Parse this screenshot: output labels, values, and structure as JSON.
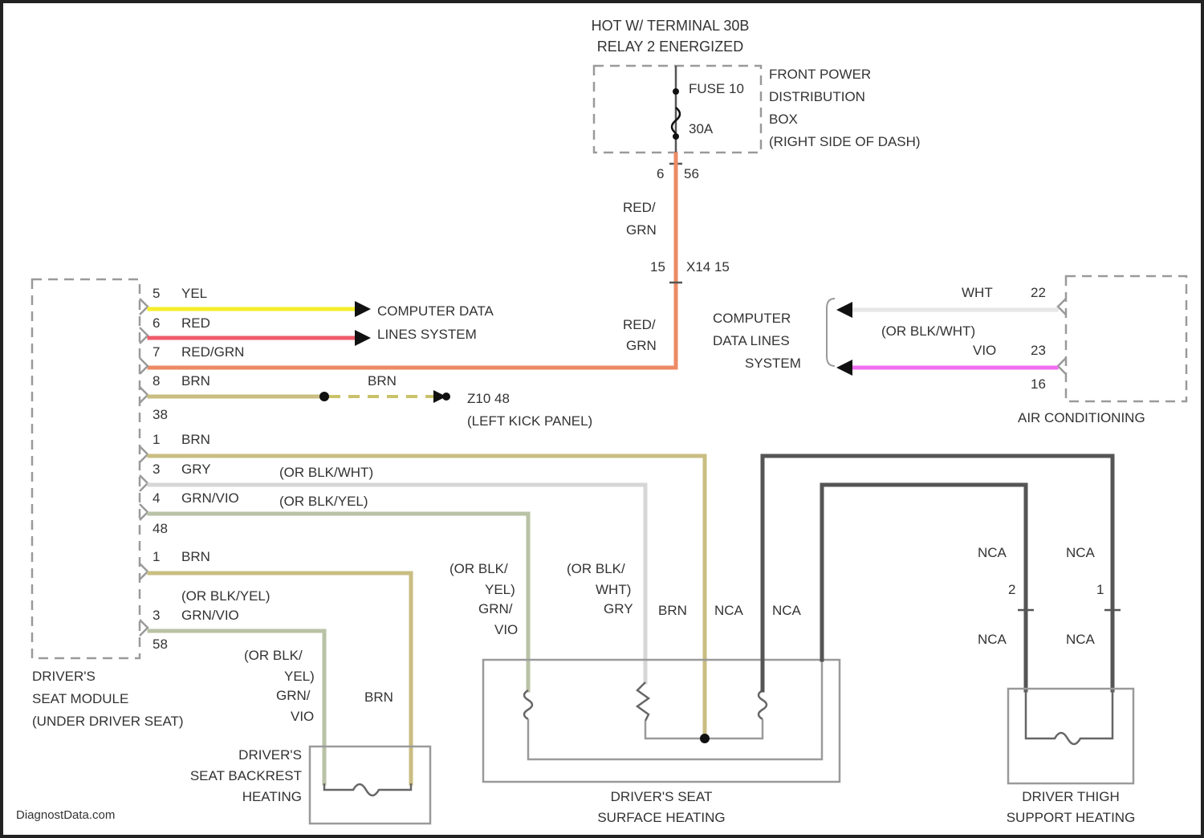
{
  "colors": {
    "yel": "#f5ee2a",
    "red": "#ef5b6a",
    "red_grn": "#ec8a64",
    "brn": "#c9bd82",
    "gry": "#d6d6d6",
    "grn_vio": "#b9c2a6",
    "vio": "#f06ef0",
    "nca": "#555555",
    "wht": "#e6e6e6"
  },
  "header": {
    "line1": "HOT W/ TERMINAL 30B",
    "line2": "RELAY 2 ENERGIZED"
  },
  "fuse_box": {
    "fuse_label": "FUSE 10",
    "fuse_amps": "30A",
    "name_lines": [
      "FRONT POWER",
      "DISTRIBUTION",
      "BOX",
      "(RIGHT SIDE OF DASH)"
    ],
    "pin_left": "6",
    "pin_right": "56"
  },
  "connector_x14": {
    "pin": "15",
    "label": "X14 15"
  },
  "wire_labels": {
    "red_grn_top": [
      "RED/",
      "GRN"
    ],
    "red_grn_mid": [
      "RED/",
      "GRN"
    ],
    "brn_ground": "BRN"
  },
  "seat_module": {
    "name_lines": [
      "DRIVER'S",
      "SEAT MODULE",
      "(UNDER DRIVER SEAT)"
    ],
    "connector_a": "38",
    "connector_b": "48",
    "connector_c": "58",
    "pins_a": [
      {
        "pin": "5",
        "color": "YEL"
      },
      {
        "pin": "6",
        "color": "RED"
      },
      {
        "pin": "7",
        "color": "RED/GRN"
      },
      {
        "pin": "8",
        "color": "BRN"
      }
    ],
    "pins_b": [
      {
        "pin": "1",
        "color": "BRN"
      },
      {
        "pin": "3",
        "color": "GRY"
      },
      {
        "pin": "4",
        "color": "GRN/VIO"
      }
    ],
    "alt_b3": "(OR BLK/WHT)",
    "alt_b4": "(OR BLK/YEL)",
    "pins_c": [
      {
        "pin": "1",
        "color": "BRN"
      },
      {
        "pin": "3",
        "color": "GRN/VIO"
      }
    ],
    "alt_c3": "(OR BLK/YEL)"
  },
  "computer_data_left": [
    "COMPUTER DATA",
    "LINES SYSTEM"
  ],
  "ground": {
    "label": "Z10 48",
    "location": "(LEFT KICK PANEL)"
  },
  "computer_data_right": [
    "COMPUTER",
    "DATA LINES",
    "SYSTEM"
  ],
  "air_conditioning": {
    "name": "AIR CONDITIONING",
    "pin_22": "22",
    "pin_23": "23",
    "connector": "16",
    "wht_label": "WHT",
    "alt": "(OR BLK/WHT)",
    "vio_label": "VIO"
  },
  "surface_heating": {
    "name_lines": [
      "DRIVER'S SEAT",
      "SURFACE HEATING"
    ],
    "label_a": [
      "(OR BLK/",
      "YEL)",
      "GRN/",
      "VIO"
    ],
    "label_b": [
      "(OR BLK/",
      "WHT)",
      "GRY"
    ],
    "brn": "BRN",
    "nca1": "NCA",
    "nca2": "NCA"
  },
  "thigh_heating": {
    "name_lines": [
      "DRIVER THIGH",
      "SUPPORT HEATING"
    ],
    "nca_top_left": "NCA",
    "nca_top_right": "NCA",
    "nca_bot_left": "NCA",
    "nca_bot_right": "NCA",
    "pin_left": "2",
    "pin_right": "1"
  },
  "backrest": {
    "name_lines": [
      "DRIVER'S",
      "SEAT BACKREST",
      "HEATING"
    ],
    "label_grn": [
      "(OR BLK/",
      "YEL)",
      "GRN/",
      "VIO"
    ],
    "brn": "BRN"
  },
  "watermark": "DiagnostData.com"
}
